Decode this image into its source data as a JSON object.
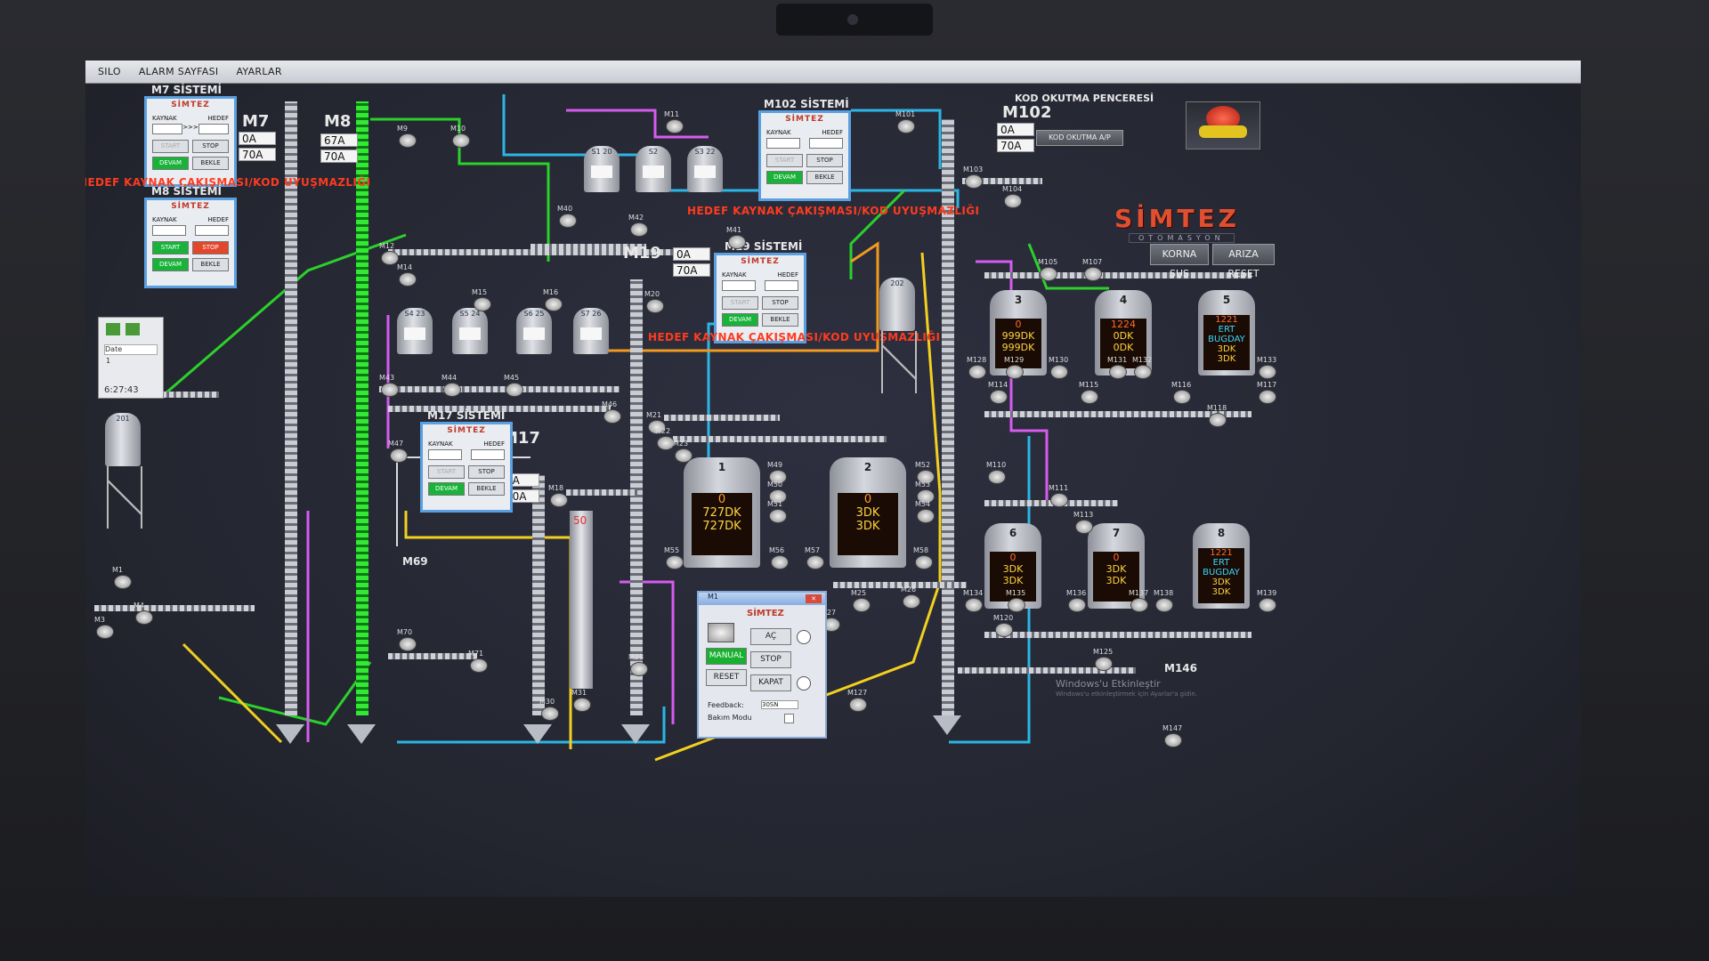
{
  "menu": [
    "SILO",
    "ALARM SAYFASI",
    "AYARLAR"
  ],
  "warning": "HEDEF KAYNAK ÇAKIŞMASI/KOD UYUŞMAZLIĞI",
  "panels": {
    "m7": {
      "title": "M7 SİSTEMİ"
    },
    "m8": {
      "title": "M8 SİSTEMİ"
    },
    "m102": {
      "title": "M102 SİSTEMİ"
    },
    "m19": {
      "title": "M19 SİSTEMİ"
    },
    "m17": {
      "title": "M17 SİSTEMİ"
    }
  },
  "panel_labels": {
    "brand": "SİMTEZ",
    "source": "KAYNAK",
    "target": "HEDEF",
    "arrow": ">>>",
    "start": "START",
    "stop": "STOP",
    "devam": "DEVAM",
    "bekle": "BEKLE"
  },
  "machines": {
    "m7": {
      "name": "M7",
      "a1": "0A",
      "a2": "70A"
    },
    "m8": {
      "name": "M8",
      "a1": "67A",
      "a2": "70A"
    },
    "m19": {
      "name": "M19",
      "a1": "0A",
      "a2": "70A"
    },
    "m17": {
      "name": "M17",
      "a1": "0A",
      "a2": "50A"
    },
    "m102": {
      "name": "M102",
      "a1": "0A",
      "a2": "70A"
    },
    "m69": {
      "name": "M69"
    },
    "m146": {
      "name": "M146"
    }
  },
  "kod_okutma": {
    "title": "KOD OKUTMA PENCERESİ",
    "button": "KOD OKUTMA A/P"
  },
  "brand": {
    "name": "SİMTEZ",
    "sub": "OTOMASYON"
  },
  "buttons": {
    "korna": "KORNA SUS",
    "ariza": "ARIZA RESET"
  },
  "trend": {
    "date_label": "Date",
    "row": "1",
    "time": "6:27:43"
  },
  "silos_big": [
    {
      "id": "1",
      "value": "0",
      "line1": "727DK",
      "line2": "727DK"
    },
    {
      "id": "2",
      "value": "0",
      "line1": "3DK",
      "line2": "3DK"
    }
  ],
  "silos_right": [
    {
      "id": "3",
      "value": "0",
      "line1": "999DK",
      "line2": "999DK"
    },
    {
      "id": "4",
      "value": "1224",
      "line1": "0DK",
      "line2": "0DK"
    },
    {
      "id": "5",
      "value": "1221",
      "line1": "ERT BUGDAY",
      "line2": "3DK",
      "line3": "3DK"
    },
    {
      "id": "6",
      "value": "0",
      "line1": "3DK",
      "line2": "3DK"
    },
    {
      "id": "7",
      "value": "0",
      "line1": "3DK",
      "line2": "3DK"
    },
    {
      "id": "8",
      "value": "1221",
      "line1": "ERT BUGDAY",
      "line2": "3DK",
      "line3": "3DK"
    }
  ],
  "small_silos_top": [
    "S1 20",
    "S2",
    "S3 22"
  ],
  "small_silos_mid": [
    "S4 23",
    "S5 24",
    "S6 25",
    "S7 26"
  ],
  "silo_201": "201",
  "silo_202": "202",
  "elevator_value": "50",
  "m1_window": {
    "title": "M1",
    "brand": "SİMTEZ",
    "manual": "MANUAL",
    "ac": "AÇ",
    "stop": "STOP",
    "reset": "RESET",
    "kapat": "KAPAT",
    "feedback_label": "Feedback:",
    "feedback_value": "30SN",
    "bakim": "Bakım Modu"
  },
  "motor_tags": [
    "M9",
    "M10",
    "M11",
    "M40",
    "M42",
    "M41",
    "M12",
    "M14",
    "M15",
    "M16",
    "M43",
    "M44",
    "M45",
    "M46",
    "M47",
    "M18",
    "M20",
    "M21",
    "M22",
    "M23",
    "M49",
    "M50",
    "M51",
    "M52",
    "M53",
    "M54",
    "M55",
    "M56",
    "M57",
    "M58",
    "M25",
    "M26",
    "M27",
    "M28",
    "M30",
    "M31",
    "M70",
    "M71",
    "M101",
    "M103",
    "M104",
    "M105",
    "M107",
    "M128",
    "M129",
    "M130",
    "M131",
    "M132",
    "M133",
    "M134",
    "M135",
    "M136",
    "M137",
    "M138",
    "M139",
    "M110",
    "M111",
    "M113",
    "M114",
    "M115",
    "M116",
    "M117",
    "M118",
    "M120",
    "M125",
    "M127",
    "M147",
    "M1",
    "M3",
    "M4"
  ],
  "watermark": {
    "line1": "Windows'u Etkinleştir",
    "line2": "Windows'u etkinleştirmek için Ayarlar'a gidin."
  },
  "colors": {
    "alarm": "#ff3b1f",
    "accent": "#19b33a",
    "pipe_blue": "#2bb6e6",
    "pipe_green": "#2bd12b",
    "pipe_yellow": "#f2d020",
    "pipe_magenta": "#d65cf0"
  }
}
